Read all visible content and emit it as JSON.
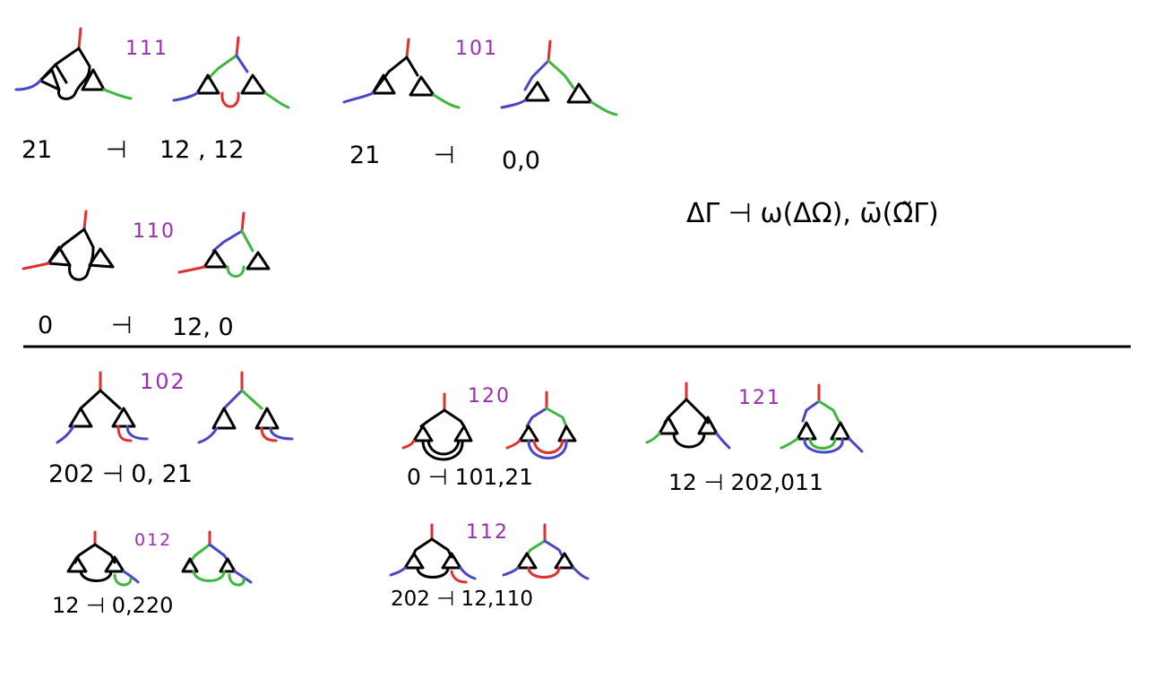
{
  "top_section": {
    "diagram_111": {
      "label": "111",
      "relation": {
        "lhs": "21",
        "arrow": "⊣",
        "rhs": "12 , 12"
      }
    },
    "diagram_101": {
      "label": "101",
      "relation": {
        "lhs": "21",
        "arrow": "⊣",
        "rhs": "0,0"
      }
    },
    "diagram_110": {
      "label": "110",
      "relation": {
        "lhs": "0",
        "arrow": "⊣",
        "rhs": "12, 0"
      }
    },
    "formula": "ΔΓ ⊣ ω(ΔΩ), ω̄(Ω̃Γ)"
  },
  "bottom_section": {
    "diagram_102": {
      "label": "102",
      "relation": "202 ⊣ 0, 21"
    },
    "diagram_120": {
      "label": "120",
      "relation": "0 ⊣ 101,21"
    },
    "diagram_121": {
      "label": "121",
      "relation": "12 ⊣ 202,011"
    },
    "diagram_012": {
      "label": "012",
      "relation": "12 ⊣ 0,220"
    },
    "diagram_112": {
      "label": "112",
      "relation": "202 ⊣ 12,110"
    }
  },
  "colors": {
    "red": "#e03030",
    "green": "#3db83d",
    "blue": "#4a46c8",
    "label": "#9b2db3",
    "ink": "#000000"
  }
}
